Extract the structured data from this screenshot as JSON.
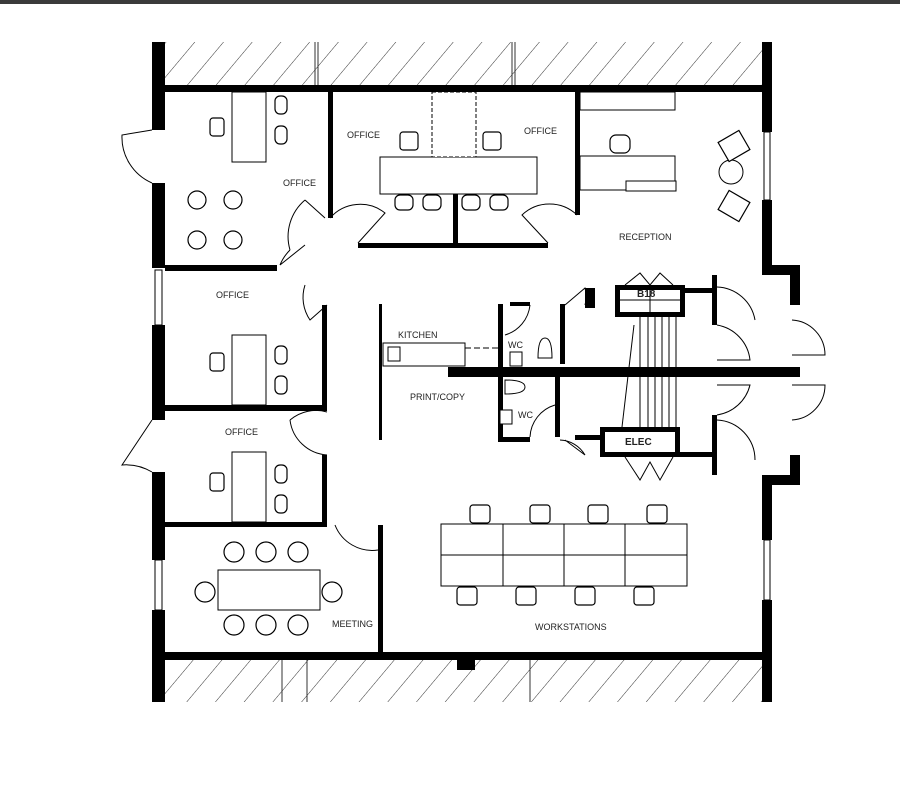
{
  "rooms": {
    "office_top_left": "OFFICE",
    "office_center_left": "OFFICE",
    "office_center_right": "OFFICE",
    "reception": "RECEPTION",
    "office_mid_left": "OFFICE",
    "office_lower_left": "OFFICE",
    "kitchen": "KITCHEN",
    "wc_upper": "WC",
    "wc_lower": "WC",
    "print_copy": "PRINT/COPY",
    "b18": "B18",
    "elec": "ELEC",
    "meeting": "MEETING",
    "workstations": "WORKSTATIONS"
  },
  "colors": {
    "wall": "#000000",
    "background": "#ffffff",
    "hatch": "#333333"
  }
}
